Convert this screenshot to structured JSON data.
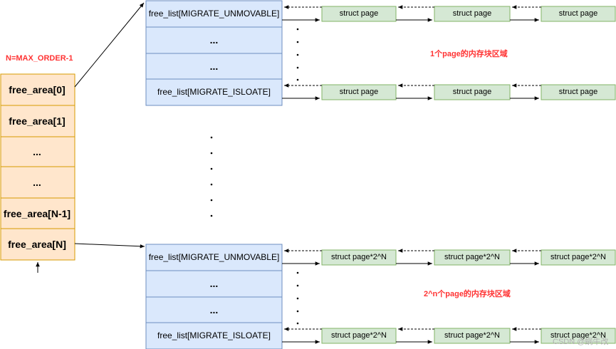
{
  "order_note": "N=MAX_ORDER-1",
  "free_area": [
    "free_area[0]",
    "free_area[1]",
    "...",
    "...",
    "free_area[N-1]",
    "free_area[N]"
  ],
  "free_list_top": [
    "free_list[MIGRATE_UNMOVABLE]",
    "...",
    "...",
    "free_list[MIGRATE_ISLOATE]"
  ],
  "free_list_bottom": [
    "free_list[MIGRATE_UNMOVABLE]",
    "...",
    "...",
    "free_list[MIGRATE_ISLOATE]"
  ],
  "page_label_top": "struct page",
  "page_label_bottom": "struct page*2^N",
  "note_top": "1个page的内存块区域",
  "note_bottom": "2^n个page的内存块区域",
  "watermark": "CSDN @蜗牛改",
  "colors": {
    "free_area_fill": "#ffe6cc",
    "free_area_stroke": "#d79b00",
    "free_list_fill": "#dae8fc",
    "free_list_stroke": "#6c8ebf",
    "page_fill": "#d5e8d4",
    "page_stroke": "#82b366",
    "note_text": "#ff3333"
  }
}
